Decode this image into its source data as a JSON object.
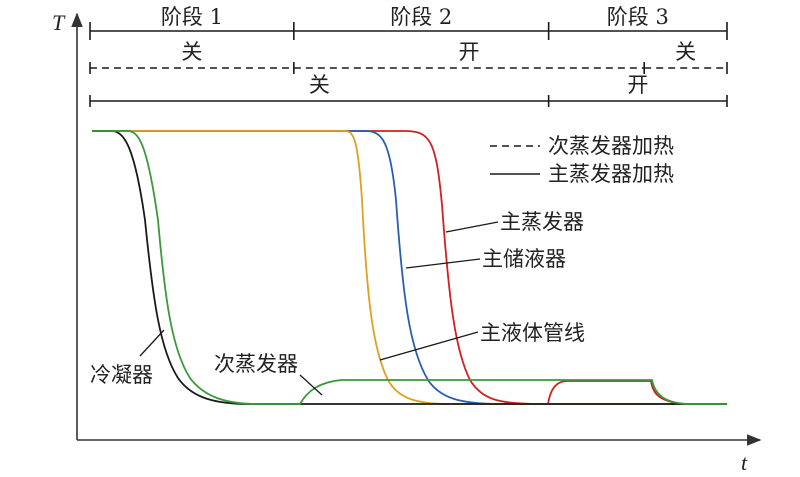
{
  "chart_data": {
    "type": "line",
    "ylabel": "T",
    "xlabel": "t",
    "phases": [
      {
        "label": "阶段 1",
        "from": 0.0,
        "to": 0.32
      },
      {
        "label": "阶段 2",
        "from": 0.32,
        "to": 0.72
      },
      {
        "label": "阶段 3",
        "from": 0.72,
        "to": 1.0
      }
    ],
    "heater_rows": [
      {
        "style": "dashed",
        "segments": [
          {
            "label": "关",
            "from": 0.0,
            "to": 0.32
          },
          {
            "label": "开",
            "from": 0.32,
            "to": 0.87
          },
          {
            "label": "关",
            "from": 0.87,
            "to": 1.0
          }
        ]
      },
      {
        "style": "solid",
        "segments": [
          {
            "label": "关",
            "from": 0.0,
            "to": 0.72
          },
          {
            "label": "开",
            "from": 0.72,
            "to": 1.0
          }
        ]
      }
    ],
    "legend": [
      {
        "label": "次蒸发器加热",
        "style": "dashed"
      },
      {
        "label": "主蒸发器加热",
        "style": "solid"
      }
    ],
    "series": [
      {
        "label": "冷凝器",
        "color": "#1a1a1a"
      },
      {
        "label": "次蒸发器",
        "color": "#3a9a3a"
      },
      {
        "label": "主液体管线",
        "color": "#e0a020"
      },
      {
        "label": "主储液器",
        "color": "#2a5fb0"
      },
      {
        "label": "主蒸发器",
        "color": "#d02020"
      }
    ]
  }
}
